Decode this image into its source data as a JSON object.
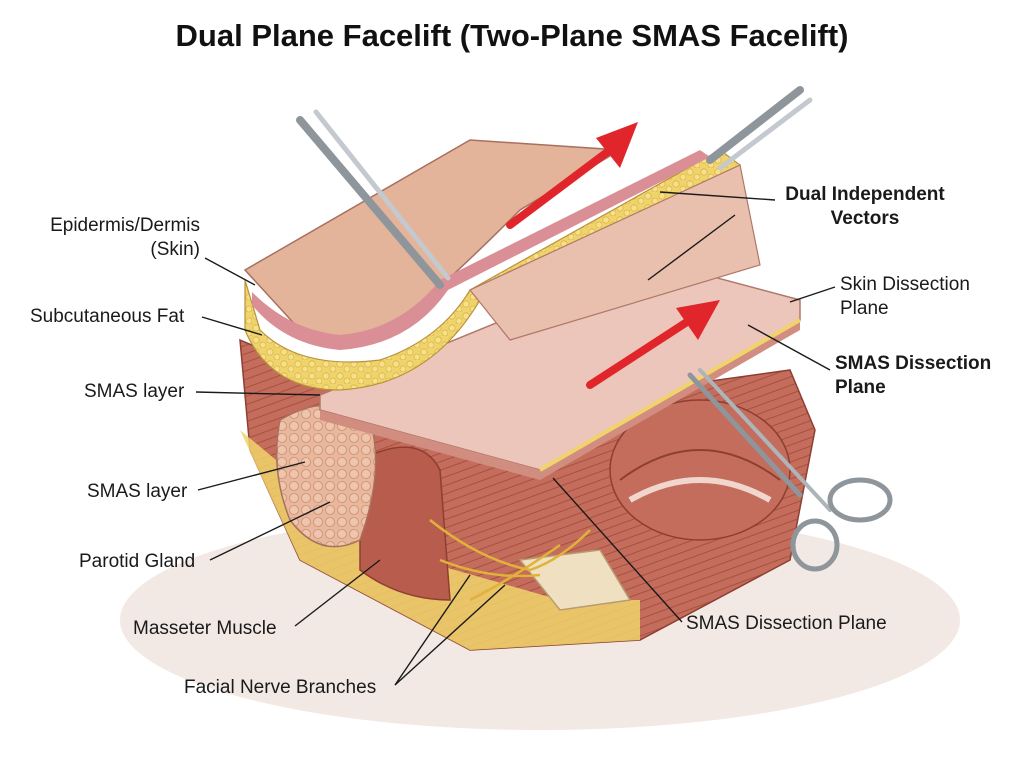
{
  "title": "Dual Plane Facelift (Two-Plane SMAS Facelift)",
  "labels": {
    "epidermis_line1": "Epidermis/Dermis",
    "epidermis_line2": "(Skin)",
    "subcutaneous_fat": "Subcutaneous Fat",
    "smas_layer_upper": "SMAS layer",
    "smas_layer_lower": "SMAS layer",
    "parotid_gland": "Parotid Gland",
    "masseter_muscle": "Masseter Muscle",
    "facial_nerve_branches": "Facial Nerve Branches",
    "dual_vectors_line1": "Dual Independent",
    "dual_vectors_line2": "Vectors",
    "skin_dissection_line1": "Skin Dissection",
    "skin_dissection_line2": "Plane",
    "smas_dissection_right_line1": "SMAS Dissection",
    "smas_dissection_right_line2": "Plane",
    "smas_dissection_bottom": "SMAS Dissection Plane"
  },
  "colors": {
    "skin": "#e3b39a",
    "dermis_pink": "#d98f95",
    "fat": "#f0d36a",
    "muscle": "#c06a58",
    "smas_sheet": "#ecc6bb",
    "arrow_red": "#e0262b",
    "instrument": "#a9b0b6",
    "nerve": "#e0b23a"
  }
}
